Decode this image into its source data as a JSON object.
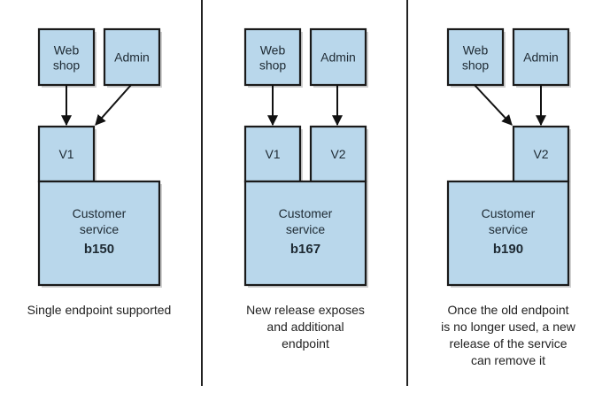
{
  "colors": {
    "box_fill": "#b9d7eb",
    "stroke": "#1a1a1a"
  },
  "panels": [
    {
      "clients": [
        {
          "lines": [
            "Web",
            "shop"
          ]
        },
        {
          "lines": [
            "Admin"
          ]
        }
      ],
      "endpoints": [
        "V1"
      ],
      "service": {
        "lines": [
          "Customer",
          "service"
        ],
        "build": "b150"
      },
      "caption": [
        "Single endpoint supported"
      ]
    },
    {
      "clients": [
        {
          "lines": [
            "Web",
            "shop"
          ]
        },
        {
          "lines": [
            "Admin"
          ]
        }
      ],
      "endpoints": [
        "V1",
        "V2"
      ],
      "service": {
        "lines": [
          "Customer",
          "service"
        ],
        "build": "b167"
      },
      "caption": [
        "New release exposes",
        "and additional",
        "endpoint"
      ]
    },
    {
      "clients": [
        {
          "lines": [
            "Web",
            "shop"
          ]
        },
        {
          "lines": [
            "Admin"
          ]
        }
      ],
      "endpoints": [
        "V2"
      ],
      "service": {
        "lines": [
          "Customer",
          "service"
        ],
        "build": "b190"
      },
      "caption": [
        "Once the old endpoint",
        "is no longer used, a new",
        "release of the service",
        "can remove it"
      ]
    }
  ]
}
